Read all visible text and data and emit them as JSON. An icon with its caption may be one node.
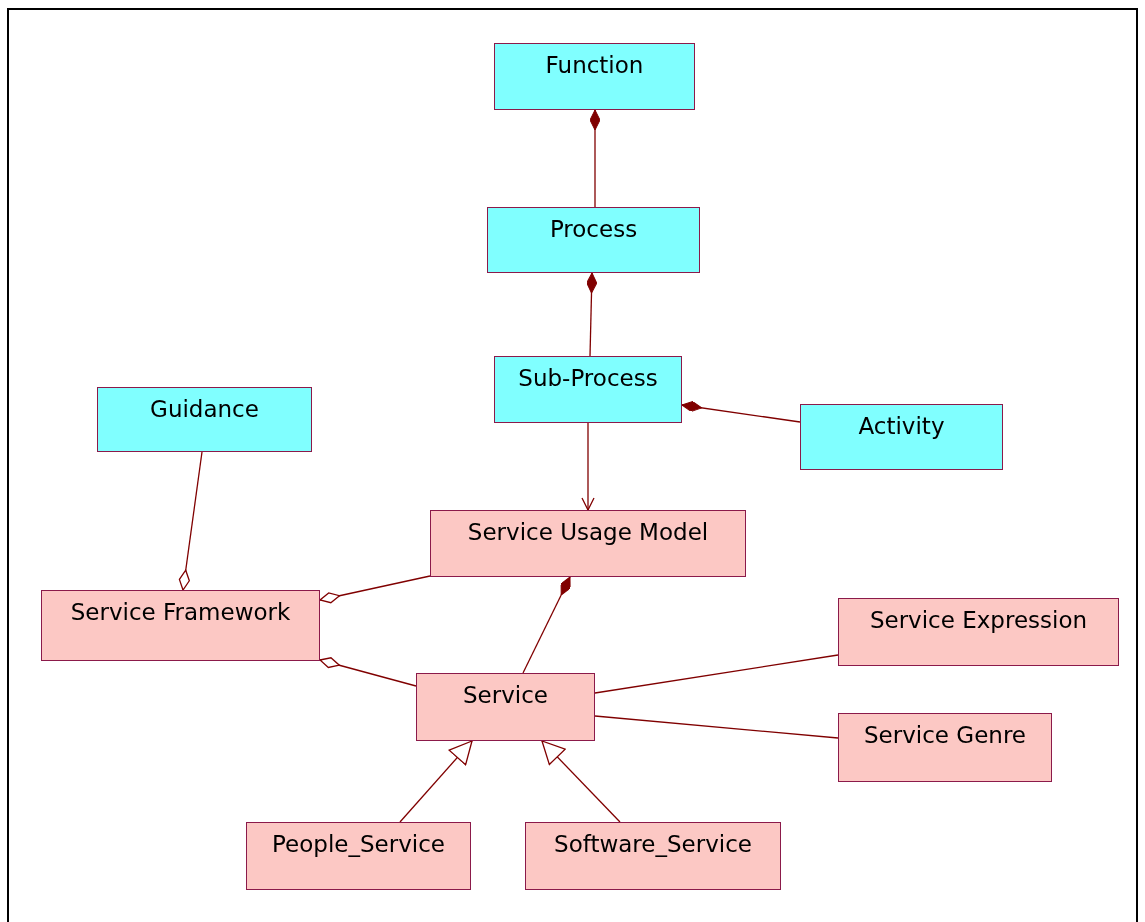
{
  "diagram": {
    "nodes": [
      {
        "text": [
          "Function"
        ]
      },
      {
        "text": [
          "Process"
        ]
      },
      {
        "text": [
          "Sub-Process"
        ]
      },
      {
        "text": [
          "Guidance"
        ]
      },
      {
        "text": [
          "Activity"
        ]
      },
      {
        "text": [
          "Service Usage Model"
        ]
      },
      {
        "text": [
          "Service Framework"
        ]
      },
      {
        "text": [
          "Service Expression"
        ]
      },
      {
        "text": [
          "Service"
        ]
      },
      {
        "text": [
          "Service Genre"
        ]
      },
      {
        "text": [
          "People_Service"
        ]
      },
      {
        "text": [
          "Software_Service"
        ]
      }
    ],
    "edges": [
      {
        "from": 1,
        "to": 0,
        "arrow": "other"
      },
      {
        "from": 2,
        "to": 1,
        "arrow": "other"
      },
      {
        "from": 4,
        "to": 2,
        "arrow": "other"
      },
      {
        "from": 2,
        "to": 5,
        "arrow": "to"
      },
      {
        "from": 3,
        "to": 6,
        "arrow": "other"
      },
      {
        "from": 5,
        "to": 6,
        "arrow": "other"
      },
      {
        "from": 8,
        "to": 5,
        "arrow": "other"
      },
      {
        "from": 8,
        "to": 6,
        "arrow": "other"
      },
      {
        "from": 8,
        "to": 7,
        "arrow": "none"
      },
      {
        "from": 8,
        "to": 9,
        "arrow": "none"
      },
      {
        "from": 10,
        "to": 8,
        "arrow": "to"
      },
      {
        "from": 11,
        "to": 8,
        "arrow": "to"
      }
    ]
  }
}
